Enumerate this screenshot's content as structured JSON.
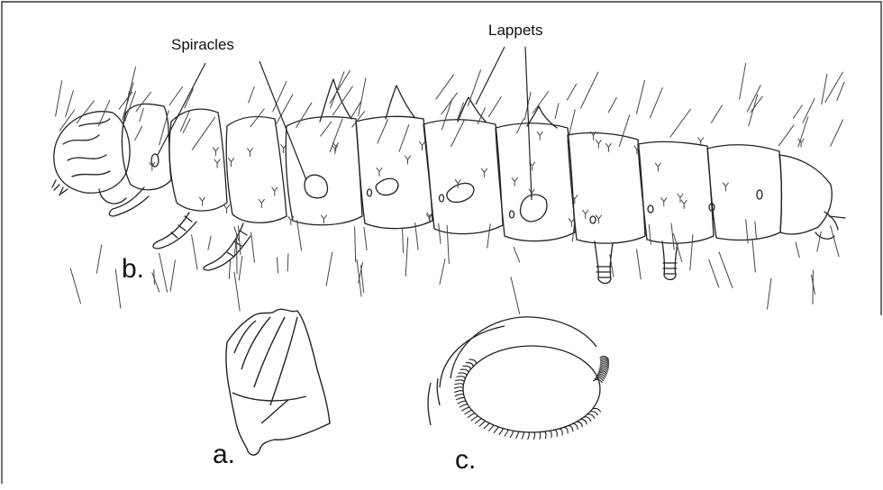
{
  "labels": {
    "spiracles": "Spiracles",
    "lappets": "Lappets",
    "b": "b.",
    "a": "a.",
    "c": "c."
  },
  "colors": {
    "line": "#222222",
    "frame": "#333333",
    "background": "#ffffff"
  }
}
